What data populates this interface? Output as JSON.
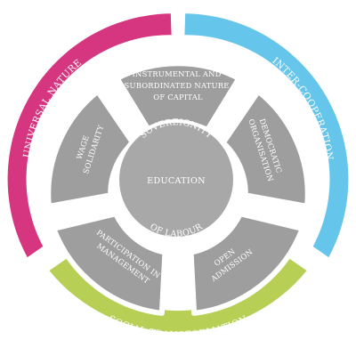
{
  "diagram": {
    "colors": {
      "magenta": "#d6357f",
      "blue": "#66c5ea",
      "green": "#b6cf54",
      "segment": "#9e9e9e",
      "core": "#a8a8a8",
      "separator": "#ffffff"
    },
    "outer_ring": {
      "universal_nature": "UNIVERSAL NATURE",
      "inter_cooperation": "INTER-COOPERATION",
      "social_transformation": "SOCIAL TRANSFORMATION"
    },
    "segments": {
      "instrumental": [
        "INSTRUMENTAL AND",
        "SUBORDINATED NATURE",
        "OF CAPITAL"
      ],
      "democratic": [
        "DEMOCRATIC",
        "ORGANISATION"
      ],
      "open_admission": [
        "OPEN",
        "ADMISSION"
      ],
      "participation": [
        "PARTICIPATION IN",
        "MANAGEMENT"
      ],
      "wage_solidarity": [
        "WAGE",
        "SOLIDARITY"
      ]
    },
    "core": {
      "top": "SOVEREIGNITY",
      "center": "EDUCATION",
      "bottom": "OF LABOUR"
    }
  }
}
